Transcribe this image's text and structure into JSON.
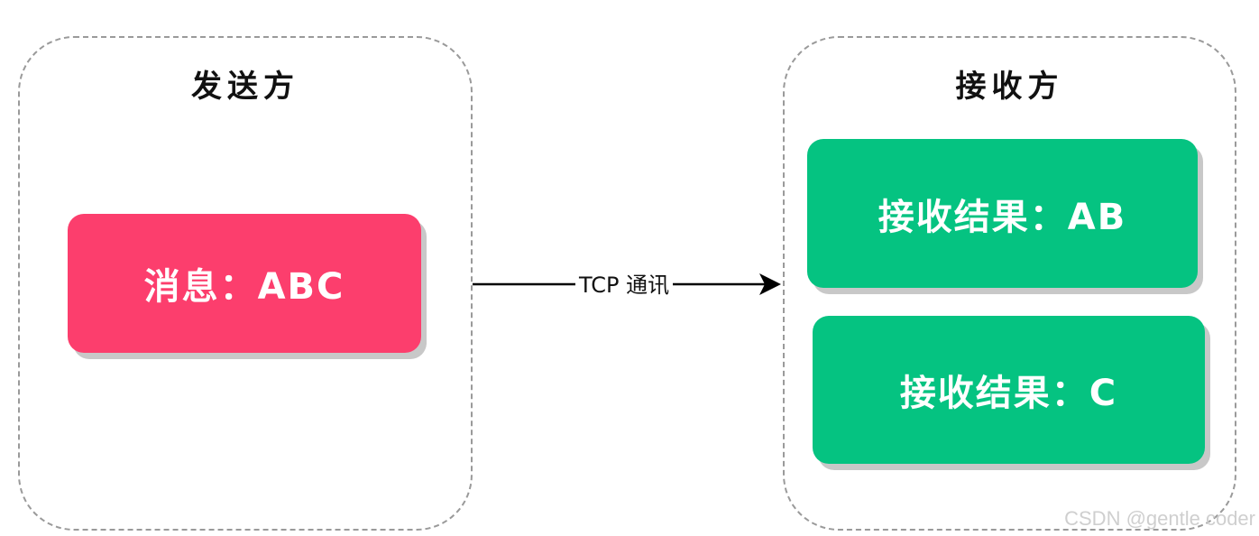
{
  "sender": {
    "title": "发送方",
    "message": "消息：ABC"
  },
  "receiver": {
    "title": "接收方",
    "results": [
      "接收结果：AB",
      "接收结果：C"
    ]
  },
  "connection": {
    "label": "TCP 通讯"
  },
  "watermark": "CSDN @gentle coder",
  "colors": {
    "message_box": "#fc3e6d",
    "result_box": "#05c381",
    "border": "#9a9a9a",
    "arrow": "#000000"
  }
}
